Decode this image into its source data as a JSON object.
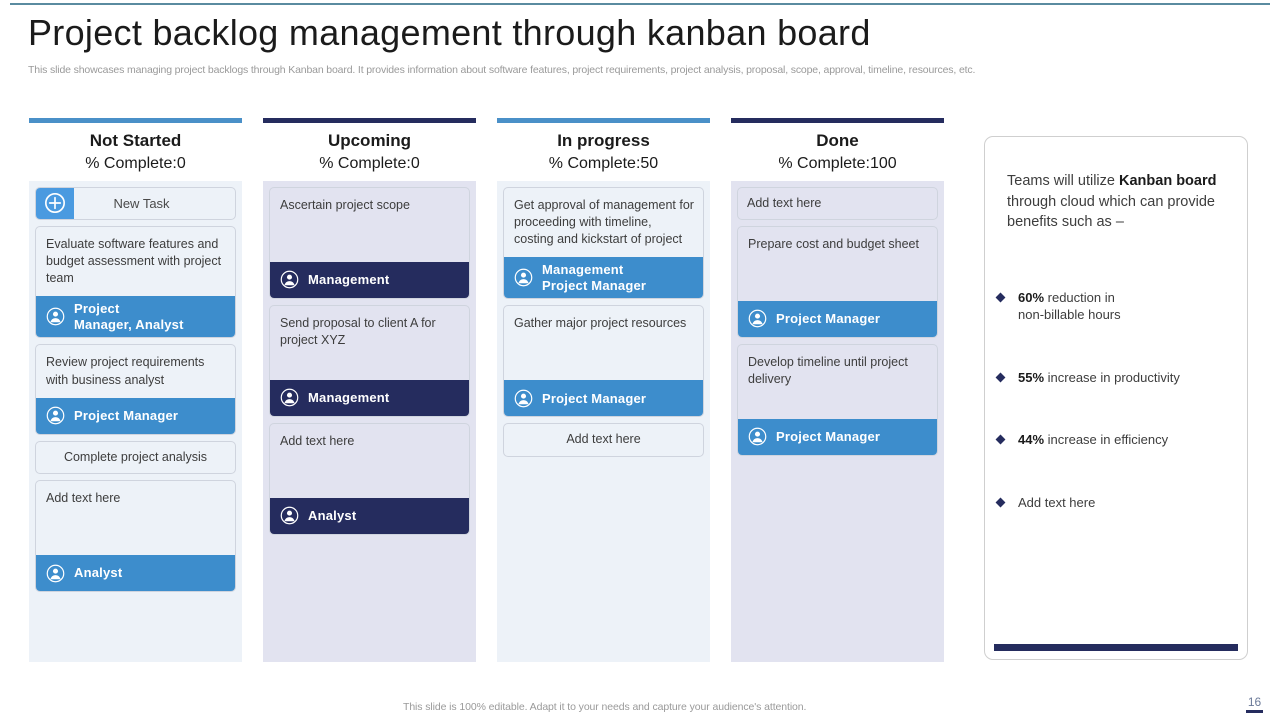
{
  "slide": {
    "title": "Project backlog management through kanban board",
    "subtitle": "This slide showcases managing project backlogs through Kanban board. It provides information about software features, project requirements, project analysis, proposal, scope, approval, timeline, resources, etc.",
    "footer_note": "This slide is 100% editable. Adapt it to your needs and capture your audience's attention.",
    "page_number": "16",
    "accent_blue": "#3d8dcc",
    "accent_navy": "#252c5e",
    "bar_blue": "#4a90c8",
    "tint_blue": "#edf2f8",
    "tint_lavender": "#e2e3f0"
  },
  "board": {
    "new_task_label": "New Task",
    "columns": [
      {
        "name": "Not Started",
        "percent_label": "% Complete:0",
        "bar_color": "#4a90c8",
        "tint": "tint-a",
        "has_new_task": true,
        "cards": [
          {
            "text": "Evaluate software features and budget assessment with project team",
            "assignee": "Project\nManager, Analyst",
            "assignee_color": "blue",
            "tall": false
          },
          {
            "text": "Review project requirements with business analyst",
            "assignee": "Project Manager",
            "assignee_color": "blue",
            "tall": false
          },
          {
            "text": "Complete project analysis",
            "assignee": null,
            "simple": true,
            "centered": true
          },
          {
            "text": "Add text here",
            "assignee": "Analyst",
            "assignee_color": "blue",
            "tall": true
          }
        ]
      },
      {
        "name": "Upcoming",
        "percent_label": "% Complete:0",
        "bar_color": "#252c5e",
        "tint": "tint-b",
        "has_new_task": false,
        "cards": [
          {
            "text": "Ascertain project scope",
            "assignee": "Management",
            "assignee_color": "navy",
            "tall": true
          },
          {
            "text": "Send proposal to client A for project XYZ",
            "assignee": "Management",
            "assignee_color": "navy",
            "tall": true
          },
          {
            "text": "Add text here",
            "assignee": "Analyst",
            "assignee_color": "navy",
            "tall": true
          }
        ]
      },
      {
        "name": "In progress",
        "percent_label": "% Complete:50",
        "bar_color": "#4a90c8",
        "tint": "tint-a",
        "has_new_task": false,
        "cards": [
          {
            "text": "Get approval of management for proceeding with timeline, costing and kickstart of project",
            "assignee": "Management\nProject Manager",
            "assignee_color": "blue",
            "tall": false
          },
          {
            "text": "Gather major project resources",
            "assignee": "Project Manager",
            "assignee_color": "blue",
            "tall": true
          },
          {
            "text": "Add text here",
            "assignee": null,
            "simple": true,
            "centered": true
          }
        ]
      },
      {
        "name": "Done",
        "percent_label": "% Complete:100",
        "bar_color": "#252c5e",
        "tint": "tint-b",
        "has_new_task": false,
        "cards": [
          {
            "text": "Add text here",
            "assignee": null,
            "simple": true,
            "centered": false
          },
          {
            "text": "Prepare cost and budget sheet",
            "assignee": "Project Manager",
            "assignee_color": "blue",
            "tall": true
          },
          {
            "text": "Develop timeline until project delivery",
            "assignee": "Project Manager",
            "assignee_color": "blue",
            "tall": true
          }
        ]
      }
    ]
  },
  "side_panel": {
    "lead_parts": [
      {
        "text": "Teams will utilize ",
        "bold": false
      },
      {
        "text": "Kanban board",
        "bold": true
      },
      {
        "text": " through cloud which can provide benefits such as –",
        "bold": false
      }
    ],
    "bullets": [
      {
        "bold": "60%",
        "rest": " reduction in\nnon-billable hours"
      },
      {
        "bold": "55%",
        "rest": " increase in productivity"
      },
      {
        "bold": "44%",
        "rest": " increase in efficiency"
      },
      {
        "bold": "",
        "rest": "Add text here"
      }
    ]
  }
}
